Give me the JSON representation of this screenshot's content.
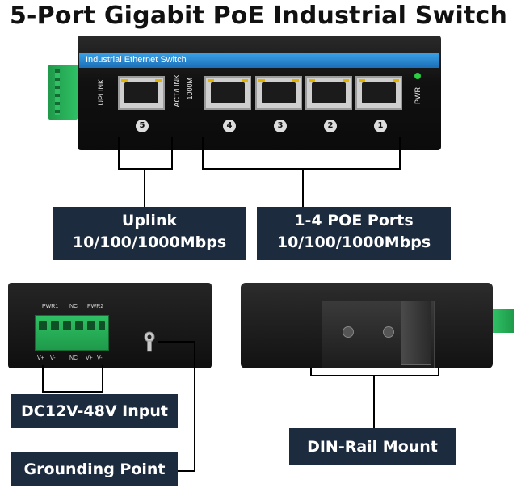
{
  "title": "5-Port Gigabit PoE Industrial Switch",
  "device": {
    "band_text": "Industrial Ethernet Switch",
    "uplink_label": "UPLINK",
    "act_link_label": "ACT/LINK",
    "speed_label": "1000M",
    "pwr_label": "PWR",
    "port_numbers": [
      "5",
      "4",
      "3",
      "2",
      "1"
    ],
    "terminal_top_labels": [
      "PWR1",
      "NC",
      "PWR2"
    ],
    "terminal_bottom_labels": [
      "V+",
      "V-",
      "NC",
      "V+",
      "V-"
    ]
  },
  "labels": {
    "uplink_line1": "Uplink",
    "uplink_line2": "10/100/1000Mbps",
    "poe_line1": "1-4 POE Ports",
    "poe_line2": "10/100/1000Mbps",
    "dc_input": "DC12V-48V Input",
    "grounding": "Grounding Point",
    "din_rail": "DIN-Rail Mount"
  },
  "colors": {
    "label_bg": "#1d2b3f",
    "band_blue": "#1b6fb8",
    "terminal_green": "#2fc064",
    "pwr_led": "#29d040"
  }
}
